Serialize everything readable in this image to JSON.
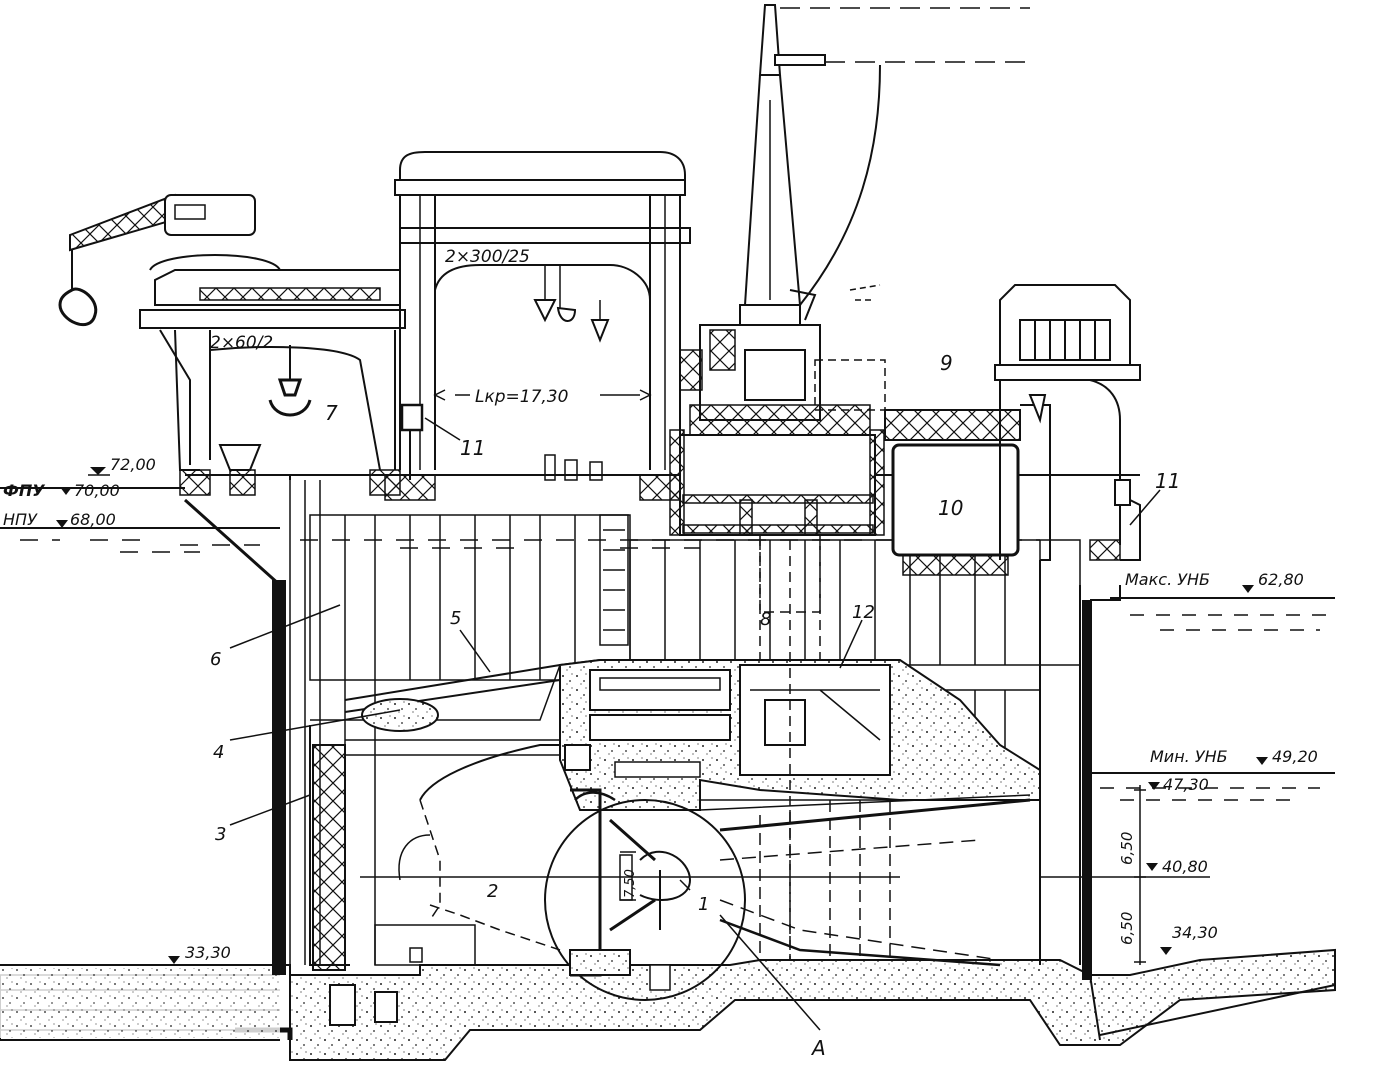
{
  "figure": {
    "cranes": {
      "left_crane_capacity": "2×60/2",
      "main_crane_capacity": "2×300/25",
      "crane_span": "Lкр=17,30"
    },
    "levels": {
      "top": "72,00",
      "fpu_label": "ФПУ",
      "fpu_value": "70,00",
      "npu_label": "НПУ",
      "npu_value": "68,00",
      "max_unb": "Макс. УНБ",
      "max_unb_value": "62,80",
      "min_unb": "Мин. УНБ",
      "min_unb_value": "49,20",
      "l_4730": "47,30",
      "l_4080": "40,80",
      "l_3430": "34,30",
      "l_3330": "33,30"
    },
    "dimensions": {
      "upper": "6,50",
      "lower": "6,50",
      "runner": "7,50"
    },
    "callouts": {
      "n1": "1",
      "n2": "2",
      "n3": "3",
      "n4": "4",
      "n5": "5",
      "n6": "6",
      "n7": "7",
      "n8": "8",
      "n9": "9",
      "n10": "10",
      "n11_left": "11",
      "n11_right": "11",
      "n12": "12",
      "a": "A"
    }
  },
  "colors": {
    "ink": "#111111",
    "paper": "#ffffff",
    "concrete": "#d9d9d9"
  }
}
